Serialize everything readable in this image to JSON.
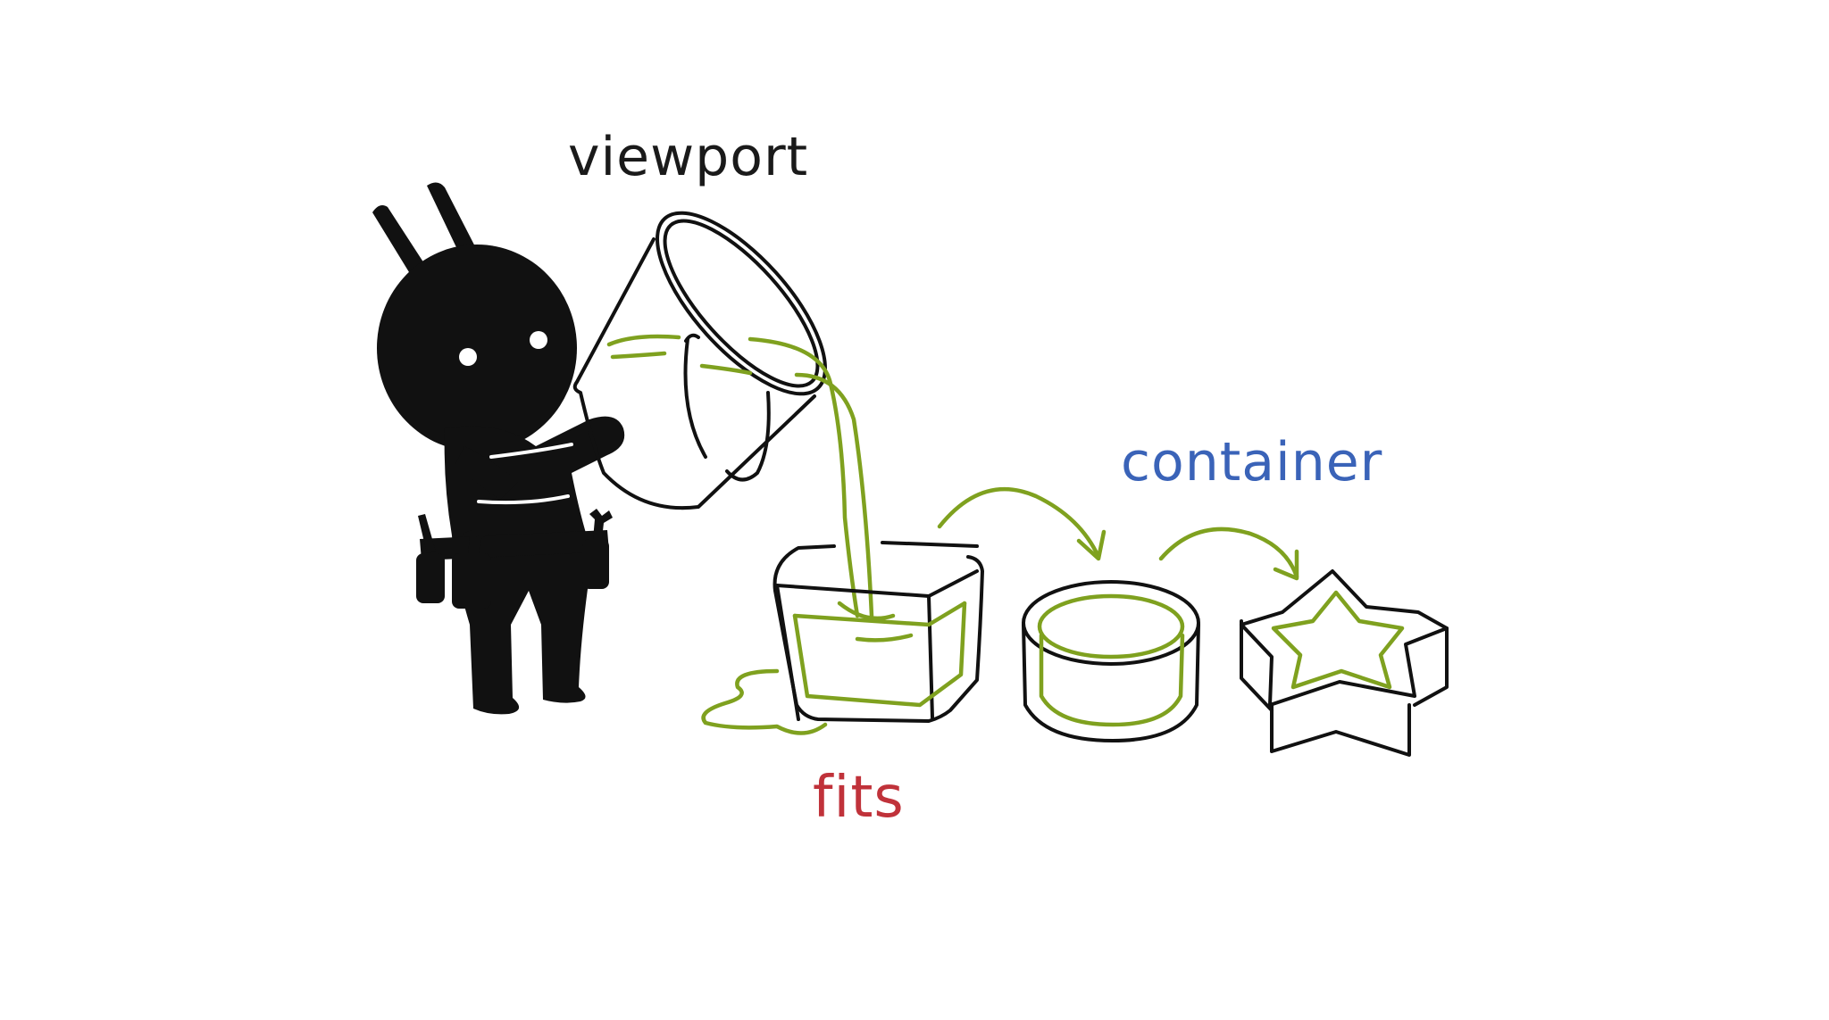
{
  "labels": {
    "viewport": "viewport",
    "container": "container",
    "fits": "fits"
  },
  "colors": {
    "background": "#ffffff",
    "ink": "#111111",
    "liquid": "#7fa11f",
    "viewport_label": "#1a1a1a",
    "container_label": "#3a63b8",
    "fits_label": "#c0323a"
  },
  "icons": {
    "character": "rabbit-character-icon",
    "bucket": "pouring-bucket-icon",
    "square_container": "square-container-icon",
    "round_container": "round-container-icon",
    "star_container": "star-container-icon"
  }
}
